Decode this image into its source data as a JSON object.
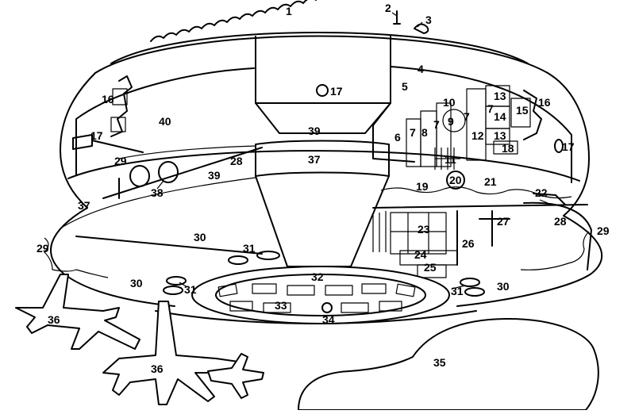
{
  "diagram": {
    "labels": [
      "1",
      "2",
      "3",
      "4",
      "5",
      "6",
      "7",
      "8",
      "9",
      "10",
      "11",
      "12",
      "13",
      "14",
      "15",
      "16",
      "17",
      "18",
      "19",
      "20",
      "21",
      "22",
      "23",
      "24",
      "25",
      "26",
      "27",
      "28",
      "29",
      "30",
      "31",
      "32",
      "33",
      "34",
      "35",
      "36",
      "37",
      "38",
      "39",
      "40"
    ]
  },
  "colors": {
    "ink": "#000000",
    "paper": "#ffffff"
  }
}
